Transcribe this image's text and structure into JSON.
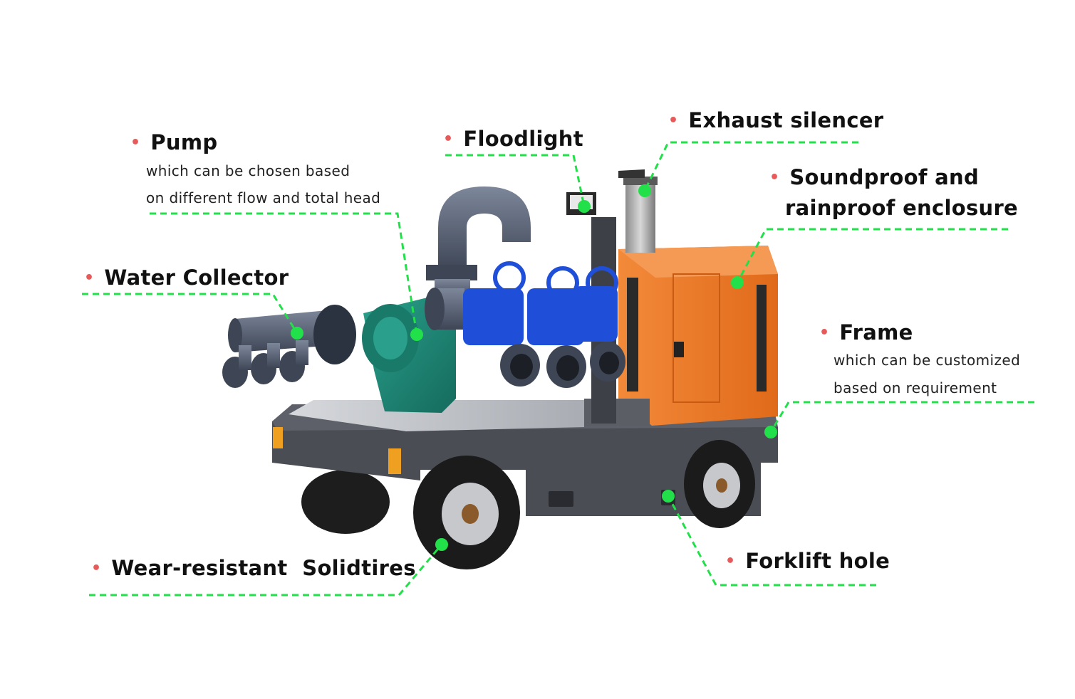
{
  "colors": {
    "leader": "#22e04a",
    "bullet": "#e85a5a",
    "enclosure": "#f07a25",
    "chassis": "#4b4d55",
    "pump_body": "#1f8a78",
    "valves": "#1f4fd8",
    "pipe": "#5e6a7e",
    "tire": "#1c1c1c"
  },
  "labels": {
    "pump": {
      "title": "Pump",
      "sub1": "which can be chosen based",
      "sub2": "on different flow and total head"
    },
    "floodlight": {
      "title": "Floodlight"
    },
    "exhaust": {
      "title": "Exhaust silencer"
    },
    "enclosure": {
      "line1": "Soundproof and",
      "line2": "rainproof enclosure"
    },
    "water_collector": {
      "title": "Water Collector"
    },
    "frame": {
      "title": "Frame",
      "sub1": "which can be customized",
      "sub2": "based on requirement"
    },
    "tires": {
      "title": "Wear-resistant  Solidtires"
    },
    "forklift": {
      "title": "Forklift hole"
    }
  }
}
